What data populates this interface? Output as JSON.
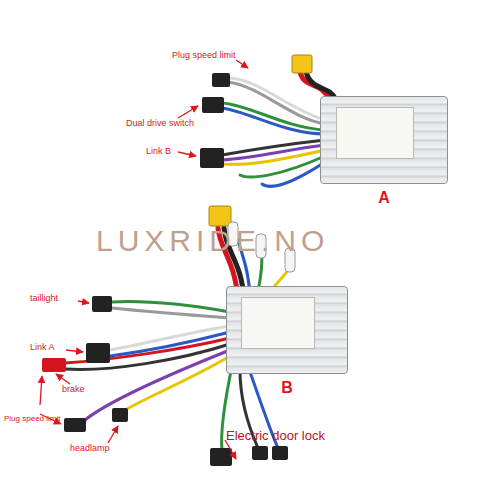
{
  "diagram": {
    "nodes": [
      {
        "text": [
          "A"
        ]
      },
      {
        "text": [
          "B"
        ]
      }
    ],
    "labels": [
      "Plug speed limit",
      "Dual drive switch",
      "Link B",
      "LUXRIDE.NO",
      "taillight",
      "Link A",
      "brake",
      "Plug speed limit",
      "headlamp",
      "Electric door lock"
    ]
  }
}
